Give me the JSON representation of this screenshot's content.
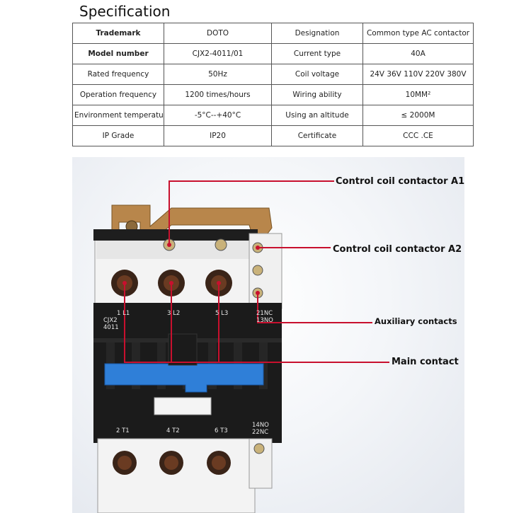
{
  "title": "Specification",
  "spec_table": [
    [
      "Trademark",
      "DOTO",
      "Designation",
      "Common type AC contactor"
    ],
    [
      "Model number",
      "CJX2-4011/01",
      "Current type",
      "40A"
    ],
    [
      "Rated frequency",
      "50Hz",
      "Coil voltage",
      "24V 36V 110V 220V 380V"
    ],
    [
      "Operation frequency",
      "1200 times/hours",
      "Wiring ability",
      "10MM²"
    ],
    [
      "Environment temperature",
      "-5°C--+40°C",
      "Using an altitude",
      "≤ 2000M"
    ],
    [
      "IP Grade",
      "IP20",
      "Certificate",
      "CCC .CE"
    ]
  ],
  "callouts": {
    "a1": "Control coil contactor A1",
    "a2": "Control coil contactor A2",
    "aux": "Auxiliary contacts",
    "main": "Main contact"
  },
  "device_print": {
    "top_terminals": [
      "1 L1",
      "3 L2",
      "5 L3"
    ],
    "model_1": "CJX2",
    "model_2": "4011",
    "aux_top_1": "21NC",
    "aux_top_2": "13NO",
    "bottom_terminals": [
      "2 T1",
      "4 T2",
      "6 T3"
    ],
    "aux_bottom_1": "14NO",
    "aux_bottom_2": "22NC"
  },
  "colors": {
    "line": "#c8102e",
    "actuator": "#2f7fd8",
    "body": "#1b1b1b",
    "housing": "#f2f2f2",
    "bracket": "#b8864b"
  }
}
